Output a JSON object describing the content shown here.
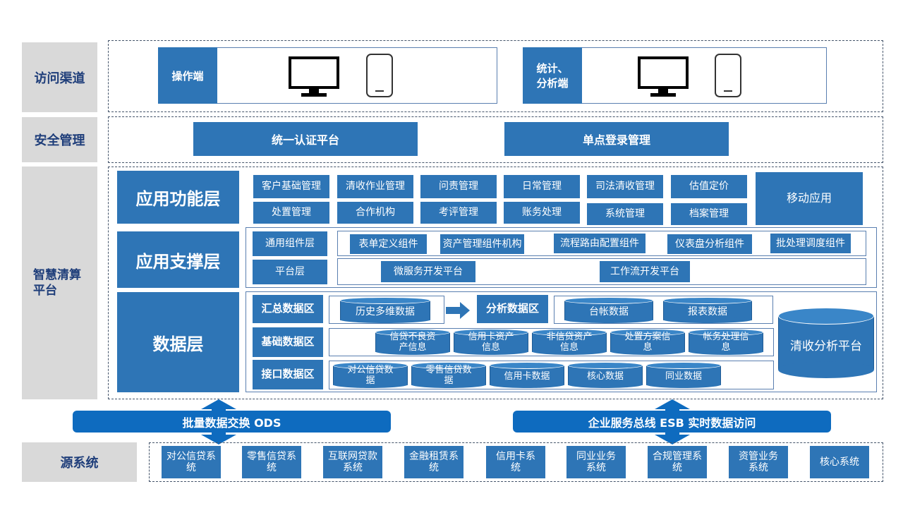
{
  "colors": {
    "primary": "#2e75b6",
    "label_bg": "#d9d9d9",
    "label_text": "#1f3e7a",
    "bar": "#0e6bbf"
  },
  "rows": {
    "access": "访问渠道",
    "security": "安全管理",
    "platform": "智慧清算\n平台",
    "source": "源系统"
  },
  "access": {
    "operate": "操作端",
    "stats": "统计、\n分析端"
  },
  "security": {
    "auth": "统一认证平台",
    "sso": "单点登录管理"
  },
  "layers": {
    "app_function": "应用功能层",
    "app_support": "应用支撑层",
    "data": "数据层"
  },
  "app_function_items": [
    "客户基础管理",
    "清收作业管理",
    "问责管理",
    "日常管理",
    "司法清收管理",
    "估值定价",
    "处置管理",
    "合作机构",
    "考评管理",
    "账务处理",
    "系统管理",
    "档案管理"
  ],
  "mobile": "移动应用",
  "support": {
    "common_layer": "通用组件层",
    "platform_layer": "平台层",
    "components": [
      "表单定义组件",
      "资产管理组件机构",
      "流程路由配置组件",
      "仪表盘分析组件",
      "批处理调度组件"
    ],
    "platforms": [
      "微服务开发平台",
      "工作流开发平台"
    ]
  },
  "data": {
    "summary_zone": "汇总数据区",
    "history": "历史多维数据",
    "analysis_zone": "分析数据区",
    "ledger": "台帐数据",
    "report": "报表数据",
    "basic_zone": "基础数据区",
    "basic_items": [
      "信贷不良资\n产信息",
      "信用卡资产\n信息",
      "非信贷资产\n信息",
      "处置方案信\n息",
      "帐务处理信\n息"
    ],
    "interface_zone": "接口数据区",
    "interface_items": [
      "对公信贷数\n据",
      "零售信贷数\n据",
      "信用卡数据",
      "核心数据",
      "同业数据"
    ],
    "collection_platform": "清收分析平台"
  },
  "bars": {
    "ods": "批量数据交换 ODS",
    "esb": "企业服务总线 ESB 实时数据访问"
  },
  "sources": [
    "对公信贷系\n统",
    "零售信贷系\n统",
    "互联网贷款\n系统",
    "金融租赁系\n统",
    "信用卡系\n统",
    "同业业务\n系统",
    "合规管理系\n统",
    "资管业务\n系统",
    "核心系统"
  ]
}
